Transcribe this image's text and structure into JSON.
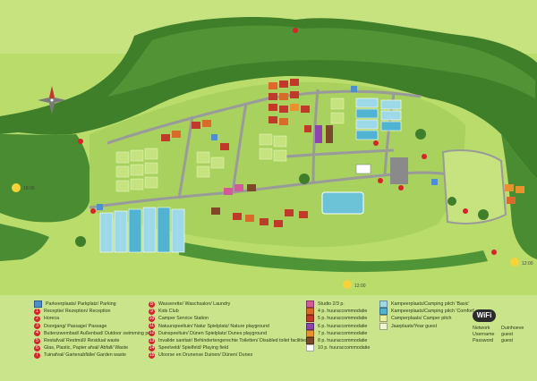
{
  "colors": {
    "meadow": "#b9dc6a",
    "forest": "#3f7f2a",
    "road": "#9a9a9a",
    "water": "#6cc3d8",
    "reception_red": "#d8232a",
    "parking_blue": "#4a8fd1",
    "studio": "#d05a9a",
    "acc4": "#d86a2a",
    "acc5": "#c0392b",
    "acc6": "#8e44ad",
    "acc7": "#e8912d",
    "acc8": "#7a4a2a",
    "acc10": "#ffffff",
    "pitch_basic": "#9ed9e8",
    "pitch_comfort": "#4fb3d1",
    "camperplaats": "#e7ef9a",
    "jaarplaats": "#f1f5d0"
  },
  "legend": {
    "col1": [
      {
        "icon": "parking-icon",
        "marker": "P",
        "label": "Parkeerplaats/ Parkplatz/ Parking"
      },
      {
        "icon": "reception-icon",
        "marker": "1",
        "label": "Receptie/ Rezeption/ Reception"
      },
      {
        "icon": "horeca-icon",
        "marker": "2",
        "label": "Horeca"
      },
      {
        "icon": "passage-icon",
        "marker": "3",
        "label": "Doorgang/ Passage/ Passage"
      },
      {
        "icon": "pool-icon",
        "marker": "4",
        "label": "Buitenzwembad/ Außenbad/ Outdoor swimming pool"
      },
      {
        "icon": "waste-icon",
        "marker": "5",
        "label": "Restafval/ Restmüll/ Residual waste"
      },
      {
        "icon": "recycle-icon",
        "marker": "6",
        "label": "Glas, Plastic, Papier afval/ Abfall/ Waste"
      },
      {
        "icon": "garden-waste-icon",
        "marker": "7",
        "label": "Tuinafval/ Gartenabfälle/ Garden waste"
      }
    ],
    "col2": [
      {
        "icon": "laundry-icon",
        "marker": "8",
        "label": "Wasserette/ Waschsalon/ Laundry"
      },
      {
        "icon": "kids-club-icon",
        "marker": "9",
        "label": "Kids Club"
      },
      {
        "icon": "camper-service-icon",
        "marker": "10",
        "label": "Camper Service Station"
      },
      {
        "icon": "nature-playground-icon",
        "marker": "11",
        "label": "Natuurspeeltuin/ Natur Spielplatz/ Nature playground"
      },
      {
        "icon": "dunes-playground-icon",
        "marker": "12",
        "label": "Duinspeeltuin/ Dünen Spielplatz/ Dunes playground"
      },
      {
        "icon": "disabled-toilet-icon",
        "marker": "13",
        "label": "Invalide sanitair/ Behindertengerechte Toiletten/ Disabled toilet facilities"
      },
      {
        "icon": "playing-field-icon",
        "marker": "14",
        "label": "Speelveld/ Spielfeld/ Playing field"
      },
      {
        "icon": "dunes-icon",
        "marker": "15",
        "label": "Uloorse en Drunense Duinen/ Dünen/ Dunes"
      }
    ],
    "col3": [
      {
        "swatch": "studio",
        "label": "Studio 2/3 p."
      },
      {
        "swatch": "acc4",
        "label": "4 p. huuraccommodatie"
      },
      {
        "swatch": "acc5",
        "label": "5 p. huuraccommodatie"
      },
      {
        "swatch": "acc6",
        "label": "6 p. huuraccommodatie"
      },
      {
        "swatch": "acc7",
        "label": "7 p. huuraccommodatie"
      },
      {
        "swatch": "acc8",
        "label": "8 p. huuraccommodatie"
      },
      {
        "swatch": "acc10",
        "label": "10 p. huuraccommodatie"
      }
    ],
    "col4": [
      {
        "swatch": "pitch_basic",
        "label": "Kampeerplaats/Camping pitch 'Basic'"
      },
      {
        "swatch": "pitch_comfort",
        "label": "Kampeerplaats/Camping pitch 'Comfort'"
      },
      {
        "swatch": "camperplaats",
        "label": "Camperplaats/ Camper pitch"
      },
      {
        "swatch": "jaarplaats",
        "label": "Jaarplaats/Year guest"
      }
    ]
  },
  "wifi": {
    "badge": "WiFi",
    "network_label": "Network",
    "network_value": "Duinhoeve",
    "username_label": "Username",
    "username_value": "guest",
    "password_label": "Password",
    "password_value": "guest"
  },
  "sun_labels": [
    "18:00",
    "12:00",
    "12:00"
  ]
}
